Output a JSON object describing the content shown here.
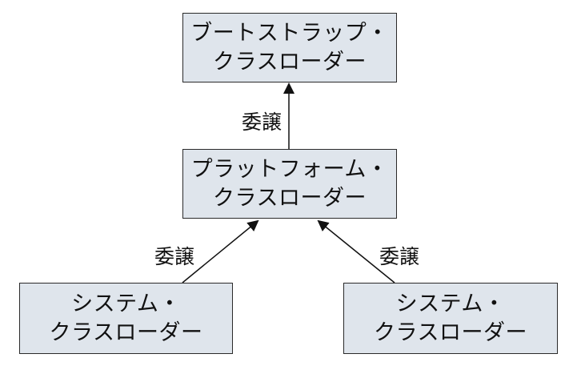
{
  "nodes": {
    "bootstrap": {
      "line1": "ブートストラップ・",
      "line2": "クラスローダー"
    },
    "platform": {
      "line1": "プラットフォーム・",
      "line2": "クラスローダー"
    },
    "system_left": {
      "line1": "システム・",
      "line2": "クラスローダー"
    },
    "system_right": {
      "line1": "システム・",
      "line2": "クラスローダー"
    }
  },
  "edges": [
    {
      "from": "platform",
      "to": "bootstrap",
      "label": "委譲"
    },
    {
      "from": "system_left",
      "to": "platform",
      "label": "委譲"
    },
    {
      "from": "system_right",
      "to": "platform",
      "label": "委譲"
    }
  ]
}
